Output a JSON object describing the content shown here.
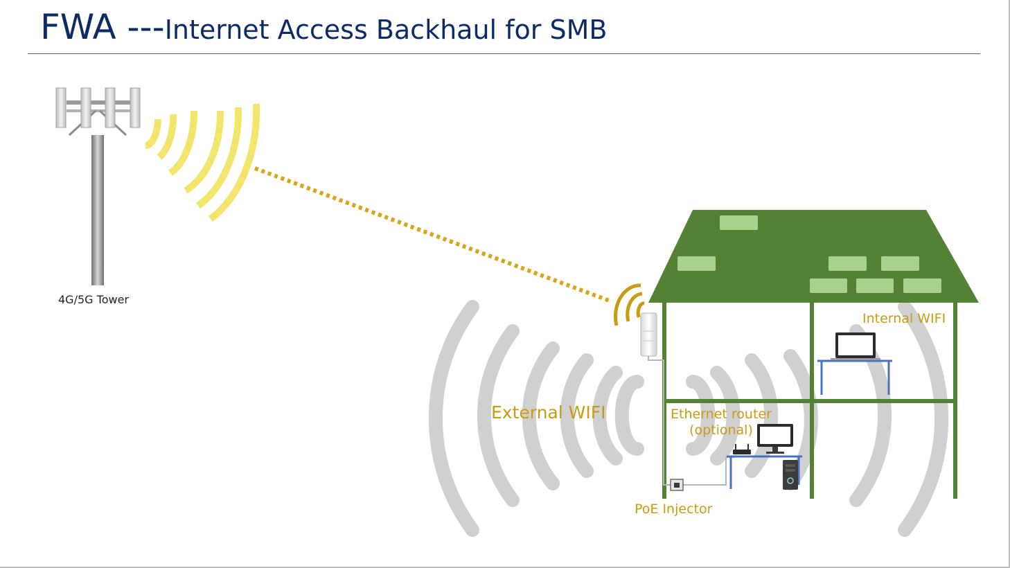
{
  "slide": {
    "title_main": "FWA ---",
    "title_sub": "Internet Access Backhaul for SMB"
  },
  "labels": {
    "tower": "4G/5G Tower",
    "external_wifi": "External WIFI",
    "internal_wifi": "Internal WIFI",
    "ethernet_router_line1": "Ethernet router",
    "ethernet_router_line2": "(optional)",
    "poe_injector": "PoE Injector"
  },
  "colors": {
    "title": "#0d2a68",
    "signal_yellow": "#f3e46b",
    "link_gold": "#d8a41a",
    "label_gold": "#c89b12",
    "house_green": "#548235",
    "window_green": "#a9d18e",
    "wave_gray": "#d0d0d0",
    "furniture_blue": "#4472c4"
  }
}
